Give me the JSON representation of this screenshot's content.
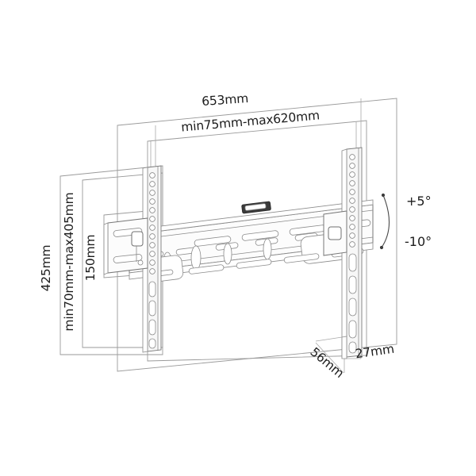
{
  "drawing": {
    "title": "TV Wall Mount Bracket Dimension Drawing",
    "product_type": "tilting-tv-wall-mount",
    "background_color": "#ffffff",
    "line_color": "#8a8a8a",
    "text_color": "#1c1c1c",
    "dimensions": {
      "overall_width": "653mm",
      "width_range": "min75mm-max620mm",
      "overall_height": "425mm",
      "height_range": "min70mm-max405mm",
      "plate_height": "150mm",
      "depth_diagonal": "56mm",
      "depth_profile": "27mm"
    },
    "tilt": {
      "up_angle": "+5°",
      "down_angle": "-10°"
    }
  }
}
